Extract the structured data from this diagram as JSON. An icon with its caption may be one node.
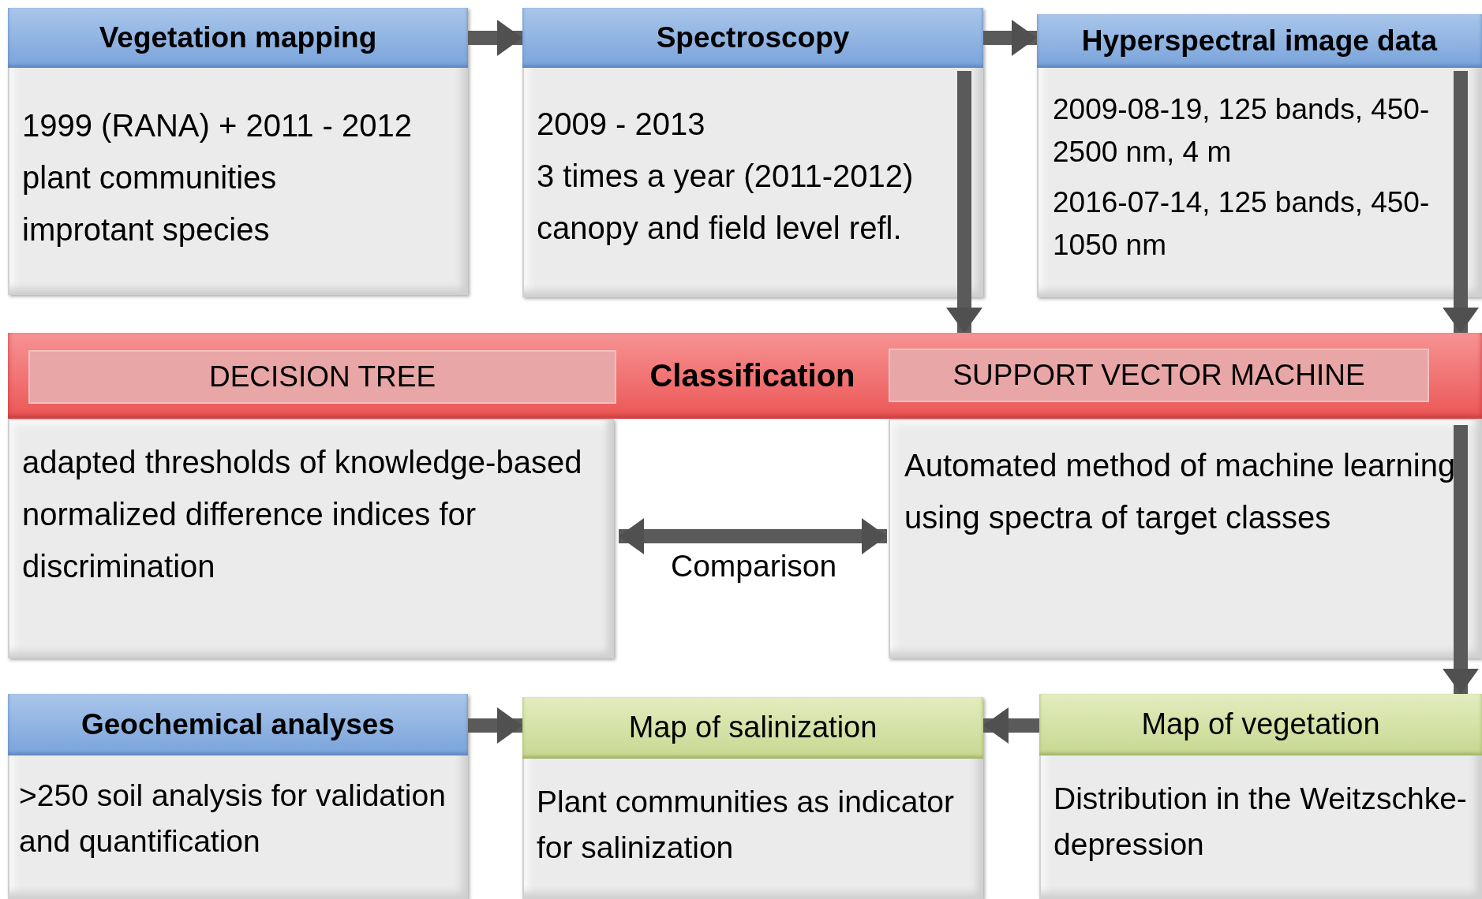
{
  "diagram": {
    "nodes": [
      {
        "text": [
          "Vegetation mapping",
          "1999 (RANA) + 2011 - 2012",
          "plant communities",
          "improtant species"
        ]
      },
      {
        "text": [
          "Spectroscopy",
          "2009 - 2013",
          "3 times a year (2011-2012)",
          "canopy and field level refl."
        ]
      },
      {
        "text": [
          "Hyperspectral image data",
          "2009-08-19, 125 bands, 450-2500 nm, 4 m",
          "2016-07-14, 125 bands, 450-1050 nm"
        ]
      },
      {
        "text": [
          "Classification"
        ]
      },
      {
        "text": [
          "DECISION TREE"
        ],
        "in": 3
      },
      {
        "text": [
          "SUPPORT VECTOR MACHINE"
        ],
        "in": 3
      },
      {
        "text": [
          "adapted thresholds of knowledge-based normalized difference indices for discrimination"
        ]
      },
      {
        "text": [
          "Automated method of machine learning using spectra of target classes"
        ]
      },
      {
        "text": [
          "Geochemical analyses",
          ">250 soil analysis for validation and quantification"
        ]
      },
      {
        "text": [
          "Map of salinization",
          "Plant communities as indicator for salinization"
        ]
      },
      {
        "text": [
          "Map of vegetation",
          "Distribution in the Weitzschke-depression"
        ]
      }
    ],
    "edges": [
      {
        "from": 0,
        "to": 1,
        "arrow": "to"
      },
      {
        "from": 1,
        "to": 2,
        "arrow": "to"
      },
      {
        "from": 1,
        "to": 3,
        "arrow": "to"
      },
      {
        "from": 2,
        "to": 3,
        "arrow": "to"
      },
      {
        "from": 6,
        "to": 7,
        "arrow": "both",
        "label": "Comparison"
      },
      {
        "from": 7,
        "to": 10,
        "arrow": "to"
      },
      {
        "from": 8,
        "to": 9,
        "arrow": "to"
      },
      {
        "from": 10,
        "to": 9,
        "arrow": "to"
      }
    ]
  }
}
